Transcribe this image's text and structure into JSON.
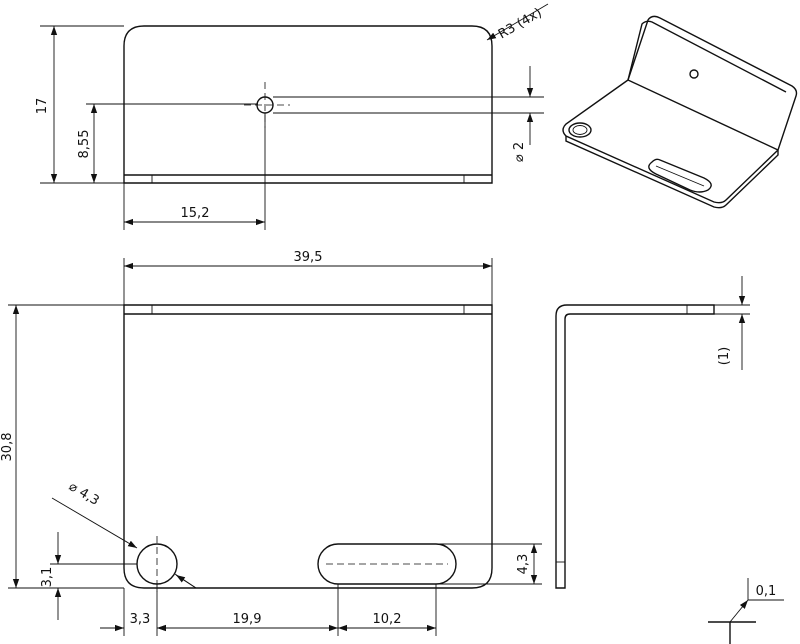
{
  "dimensions": {
    "height_17": "17",
    "hole_height": "8,55",
    "hole_dia_small": "⌀ 2",
    "radius_note": "R3 (4x)",
    "hole_x": "15,2",
    "width": "39,5",
    "height_front": "30,8",
    "hole_dia_large": "⌀ 4,3",
    "hole_y": "3,1",
    "hole_x_front": "3,3",
    "slot_offset": "19,9",
    "slot_length": "10,2",
    "slot_width": "4,3",
    "thickness": "(1)",
    "flatness": "0,1"
  }
}
